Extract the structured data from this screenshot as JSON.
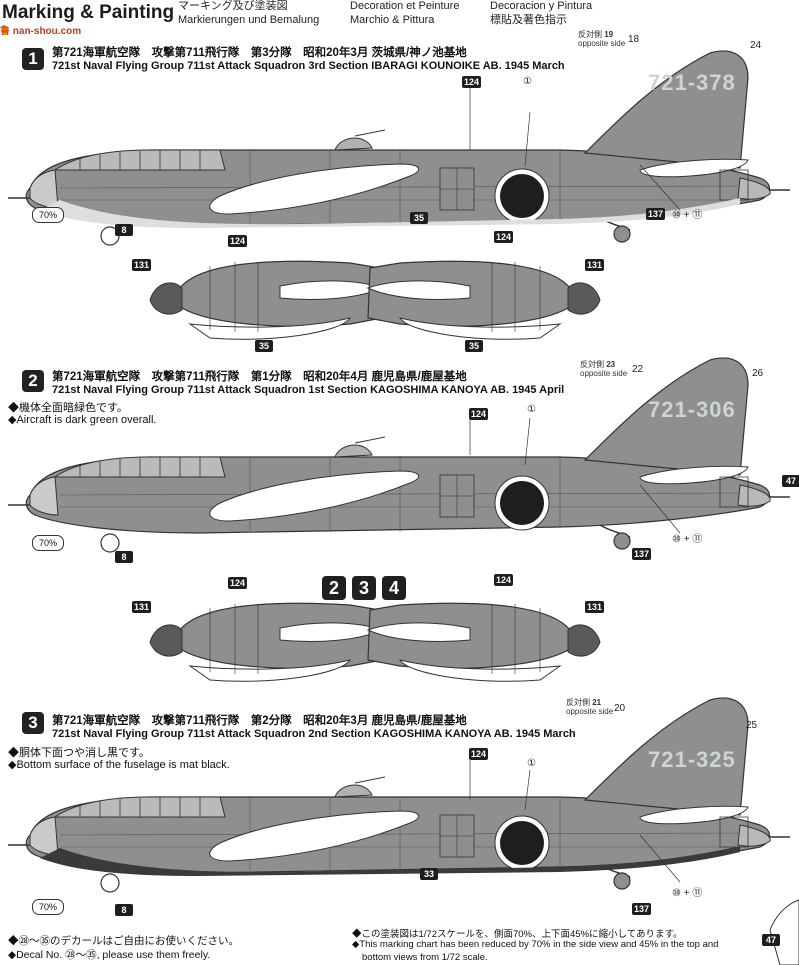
{
  "header": {
    "brand": "Marking & Painting",
    "watermark_a": "鲁",
    "watermark_b": "nan-shou.com",
    "de": "Markierungen und Bemalung",
    "jp": "マーキング及び塗装図",
    "fr": "Decoration et Peinture",
    "it": "Marchio & Pittura",
    "es": "Decoracion y Pintura",
    "zh": "標貼及著色指示"
  },
  "sections": [
    {
      "num": "1",
      "jp": "第721海軍航空隊　攻撃第711飛行隊　第3分隊　昭和20年3月 茨城県/神ノ池基地",
      "en": "721st Naval Flying Group 711st Attack Squadron 3rd Section IBARAGI KOUNOIKE AB. 1945 March",
      "serial": "721-378",
      "opp_label_jp": "反対側",
      "opp_label_en": "opposite side",
      "opp_num": "19",
      "tail_num": "18",
      "fin_num": "24",
      "notes": []
    },
    {
      "num": "2",
      "jp": "第721海軍航空隊　攻撃第711飛行隊　第1分隊　昭和20年4月 鹿児島県/鹿屋基地",
      "en": "721st Naval Flying Group 711st Attack Squadron 1st Section KAGOSHIMA KANOYA AB. 1945 April",
      "serial": "721-306",
      "opp_label_jp": "反対側",
      "opp_label_en": "opposite side",
      "opp_num": "23",
      "tail_num": "22",
      "fin_num": "26",
      "notes": [
        "◆機体全面暗緑色です。",
        "◆Aircraft is dark green overall."
      ]
    },
    {
      "num": "3",
      "jp": "第721海軍航空隊　攻撃第711飛行隊　第2分隊　昭和20年3月 鹿児島県/鹿屋基地",
      "en": "721st Naval Flying Group 711st Attack Squadron 2nd Section KAGOSHIMA KANOYA AB. 1945 March",
      "serial": "721-325",
      "opp_label_jp": "反対側",
      "opp_label_en": "opposite side",
      "opp_num": "21",
      "tail_num": "20",
      "fin_num": "25",
      "notes": [
        "◆胴体下面つや消し黒です。",
        "◆Bottom surface of the fuselage is mat black."
      ]
    }
  ],
  "callouts": {
    "c124": "124",
    "c1": "①",
    "c8": "8",
    "c35": "35",
    "c33": "33",
    "c137": "137",
    "c131": "131",
    "c47": "47",
    "c1011": "⑩ + ⑪",
    "scale": "70%"
  },
  "group_nums": [
    "2",
    "3",
    "4"
  ],
  "footer": {
    "left1": "◆㉘～㉟のデカールはご自由にお使いください。",
    "left2": "◆Decal No. ㉘～㉟, please use them freely.",
    "right1": "◆この塗装図は1/72スケールを、側面70%、上下面45%に縮小してあります。",
    "right2": "◆This marking chart has been reduced by 70% in the side view and 45% in the top and",
    "right3": "bottom views from 1/72 scale."
  },
  "colors": {
    "airframe": "#8e908f",
    "airframe_dark": "#6f7170",
    "belly_light": "#dcdfdc",
    "belly_black": "#3a3a3a",
    "hinomaru": "#1e1e1e",
    "outline": "#333333"
  }
}
